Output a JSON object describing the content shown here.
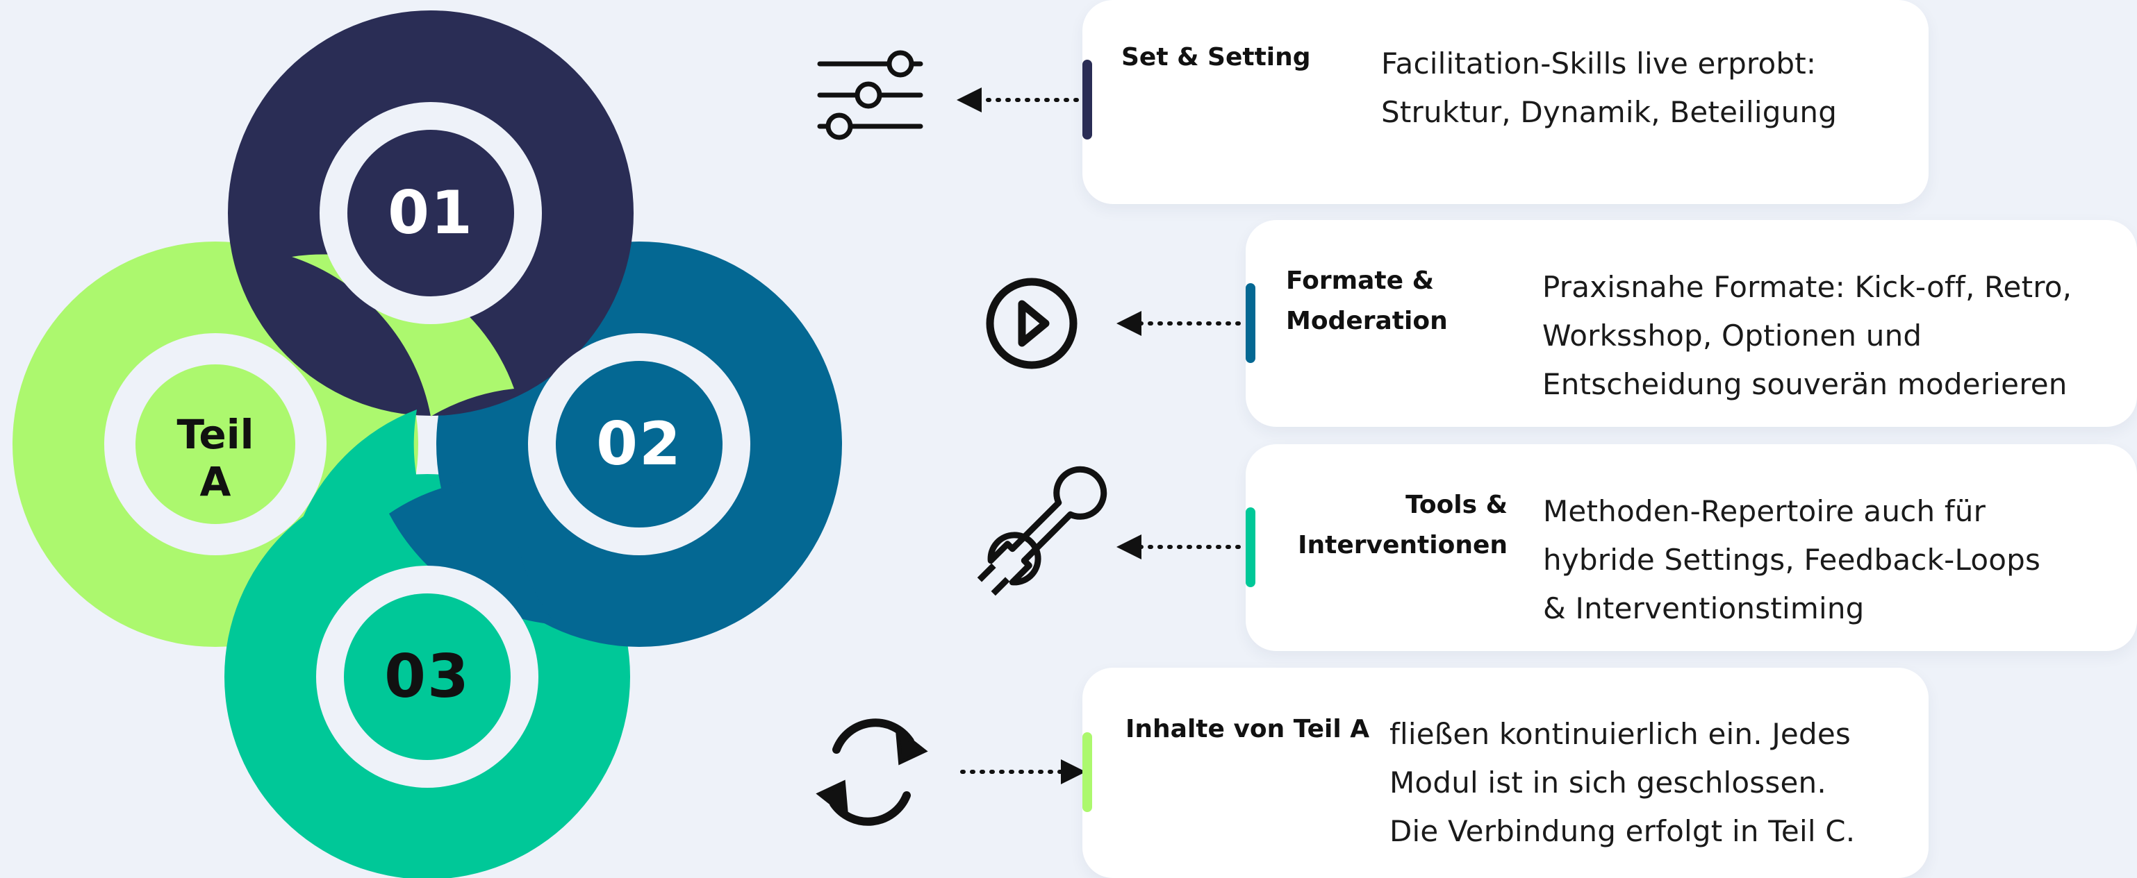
{
  "center": {
    "line1": "Teil",
    "line2": "A"
  },
  "circles": [
    {
      "number": "01",
      "color": "#2a2d55"
    },
    {
      "number": "02",
      "color": "#046893"
    },
    {
      "number": "03",
      "color": "#00c898"
    }
  ],
  "colors": {
    "background": "#eef2f9",
    "ring_inner": "#eef2f9",
    "green_light": "#acf86e",
    "navy": "#2a2d55",
    "blue": "#046893",
    "teal": "#00c898"
  },
  "items": [
    {
      "label_lines": [
        "Set & Setting"
      ],
      "text_lines": [
        "Facilitation-Skills live erprobt:",
        "Struktur, Dynamik, Beteiligung"
      ],
      "icon": "sliders-icon",
      "bar_color": "#2a2d55"
    },
    {
      "label_lines": [
        "Formate &",
        "Moderation"
      ],
      "text_lines": [
        "Praxisnahe Formate: Kick-off, Retro,",
        "Worksshop, Optionen und",
        "Entscheidung souverän moderieren"
      ],
      "icon": "play-circle-icon",
      "bar_color": "#046893"
    },
    {
      "label_lines": [
        "Tools &",
        "Interventionen"
      ],
      "text_lines": [
        "Methoden-Repertoire auch für",
        "hybride Settings, Feedback-Loops",
        "& Interventionstiming"
      ],
      "icon": "wrench-icon",
      "bar_color": "#00c898"
    },
    {
      "label_lines": [
        "Inhalte von Teil A"
      ],
      "text_lines": [
        "fließen kontinuierlich ein. Jedes",
        "Modul ist in sich geschlossen.",
        "Die Verbindung erfolgt in Teil C."
      ],
      "icon": "refresh-icon",
      "bar_color": "#acf86e"
    }
  ]
}
